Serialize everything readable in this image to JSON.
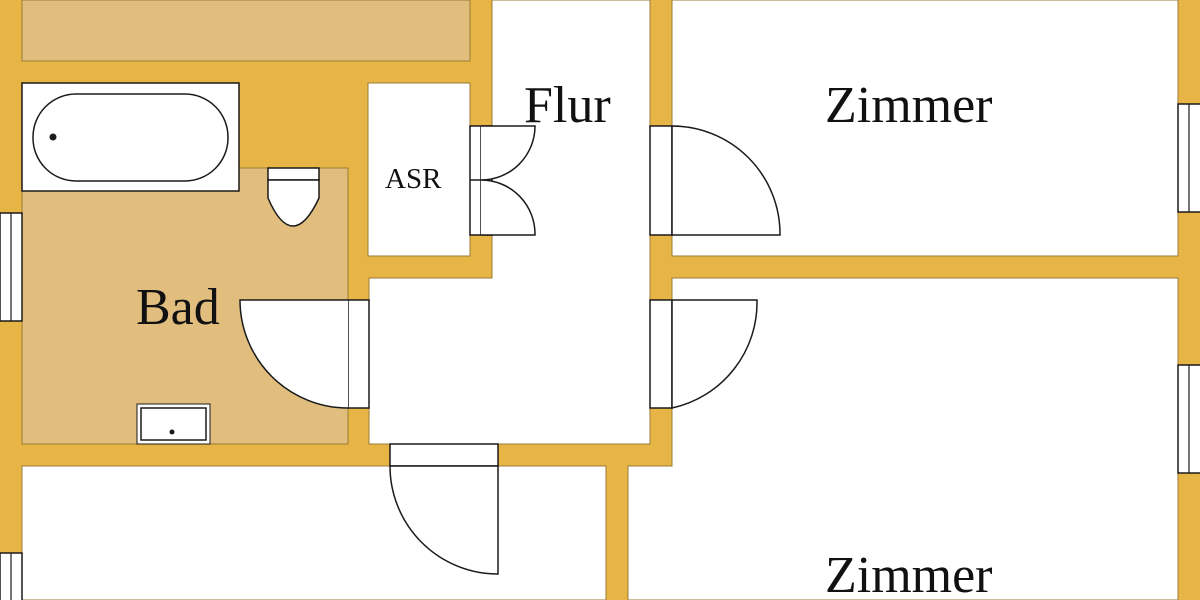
{
  "plan": {
    "colors": {
      "wall": "#E6B545",
      "wall_edge": "#9A7A35",
      "bath_floor": "#E1BE7E",
      "room_floor": "#FFFFFF",
      "line": "#1A1A1A"
    },
    "rooms": [
      {
        "id": "bad",
        "label": "Bad"
      },
      {
        "id": "asr",
        "label": "ASR"
      },
      {
        "id": "flur",
        "label": "Flur"
      },
      {
        "id": "zimmer-top",
        "label": "Zimmer"
      },
      {
        "id": "zimmer-bottom",
        "label": "Zimmer"
      }
    ],
    "fixtures": [
      "bathtub",
      "toilet",
      "sink"
    ],
    "doors": [
      "bath-door",
      "asr-double-door",
      "zimmer-top-door",
      "zimmer-bottom-door",
      "lower-room-door"
    ],
    "windows": [
      "left-window-upper",
      "left-window-lower",
      "right-window-upper",
      "right-window-lower"
    ]
  }
}
